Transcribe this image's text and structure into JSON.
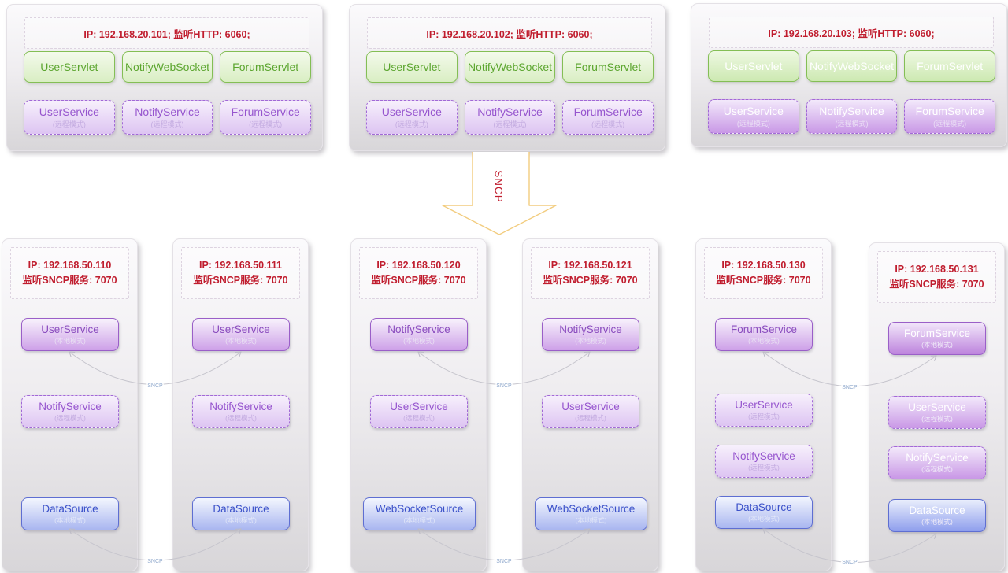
{
  "colors": {
    "ip_text": "#C01D2E",
    "green_border": "#84BE55",
    "green_text": "#5BA52E",
    "purple": "#9A5FD0",
    "blue": "#5E6ED2",
    "arrow_yellow": "#F2CC7E",
    "connector_line": "#C6C5CD",
    "connector_label": "#8FA8CC"
  },
  "arrow": {
    "label": "SNCP"
  },
  "connectors": {
    "label": "SNCP"
  },
  "top_servers": [
    {
      "ip_line": "IP: 192.168.20.101;  监听HTTP: 6060;",
      "servlets": [
        "UserServlet",
        "NotifyWebSocket",
        "ForumServlet"
      ],
      "services": [
        {
          "name": "UserService",
          "mode": "(远程模式)"
        },
        {
          "name": "NotifyService",
          "mode": "(远程模式)"
        },
        {
          "name": "ForumService",
          "mode": "(远程模式)"
        }
      ]
    },
    {
      "ip_line": "IP: 192.168.20.102;  监听HTTP: 6060;",
      "servlets": [
        "UserServlet",
        "NotifyWebSocket",
        "ForumServlet"
      ],
      "services": [
        {
          "name": "UserService",
          "mode": "(远程模式)"
        },
        {
          "name": "NotifyService",
          "mode": "(远程模式)"
        },
        {
          "name": "ForumService",
          "mode": "(远程模式)"
        }
      ]
    },
    {
      "ip_line": "IP: 192.168.20.103;  监听HTTP: 6060;",
      "servlets": [
        "UserServlet",
        "NotifyWebSocket",
        "ForumServlet"
      ],
      "services": [
        {
          "name": "UserService",
          "mode": "(远程模式)"
        },
        {
          "name": "NotifyService",
          "mode": "(远程模式)"
        },
        {
          "name": "ForumService",
          "mode": "(远程模式)"
        }
      ]
    }
  ],
  "bottom_servers": [
    {
      "ip": "IP: 192.168.50.110",
      "listen": "监听SNCP服务: 7070",
      "services": [
        {
          "name": "UserService",
          "mode": "(本地模式)"
        },
        {
          "name": "NotifyService",
          "mode": "(远程模式)"
        },
        {
          "name": "DataSource",
          "mode": "(本地模式)"
        }
      ]
    },
    {
      "ip": "IP: 192.168.50.111",
      "listen": "监听SNCP服务: 7070",
      "services": [
        {
          "name": "UserService",
          "mode": "(本地模式)"
        },
        {
          "name": "NotifyService",
          "mode": "(远程模式)"
        },
        {
          "name": "DataSource",
          "mode": "(本地模式)"
        }
      ]
    },
    {
      "ip": "IP: 192.168.50.120",
      "listen": "监听SNCP服务: 7070",
      "services": [
        {
          "name": "NotifyService",
          "mode": "(本地模式)"
        },
        {
          "name": "UserService",
          "mode": "(远程模式)"
        },
        {
          "name": "WebSocketSource",
          "mode": "(本地模式)"
        }
      ]
    },
    {
      "ip": "IP: 192.168.50.121",
      "listen": "监听SNCP服务: 7070",
      "services": [
        {
          "name": "NotifyService",
          "mode": "(本地模式)"
        },
        {
          "name": "UserService",
          "mode": "(远程模式)"
        },
        {
          "name": "WebSocketSource",
          "mode": "(本地模式)"
        }
      ]
    },
    {
      "ip": "IP: 192.168.50.130",
      "listen": "监听SNCP服务: 7070",
      "services": [
        {
          "name": "ForumService",
          "mode": "(本地模式)"
        },
        {
          "name": "UserService",
          "mode": "(远程模式)"
        },
        {
          "name": "NotifyService",
          "mode": "(远程模式)"
        },
        {
          "name": "DataSource",
          "mode": "(本地模式)"
        }
      ]
    },
    {
      "ip": "IP: 192.168.50.131",
      "listen": "监听SNCP服务: 7070",
      "services": [
        {
          "name": "ForumService",
          "mode": "(本地模式)"
        },
        {
          "name": "UserService",
          "mode": "(远程模式)"
        },
        {
          "name": "NotifyService",
          "mode": "(远程模式)"
        },
        {
          "name": "DataSource",
          "mode": "(本地模式)"
        }
      ]
    }
  ]
}
